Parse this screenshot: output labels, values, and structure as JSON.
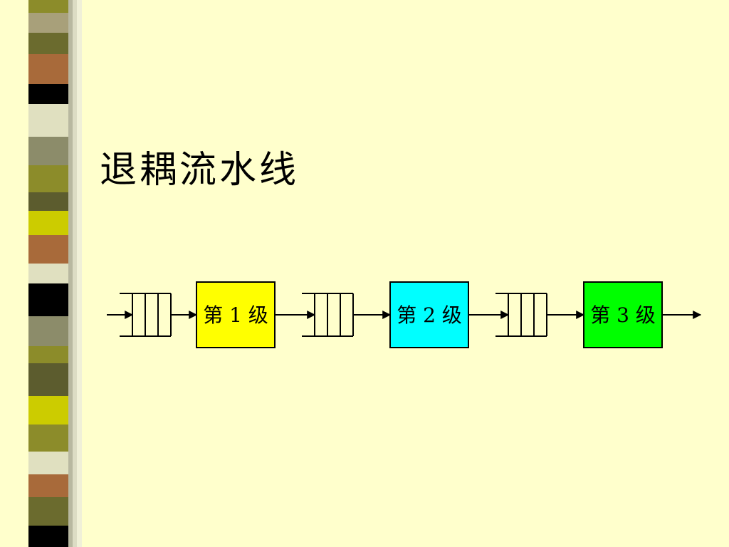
{
  "slide": {
    "title": "退耦流水线"
  },
  "pipeline": {
    "stages": [
      {
        "label": "第 1 级",
        "color": "#FFFF00"
      },
      {
        "label": "第 2 级",
        "color": "#00FFFF"
      },
      {
        "label": "第 3 级",
        "color": "#00FF00"
      }
    ],
    "buffer_color": "#FFFFFF",
    "line_color": "#000000"
  }
}
